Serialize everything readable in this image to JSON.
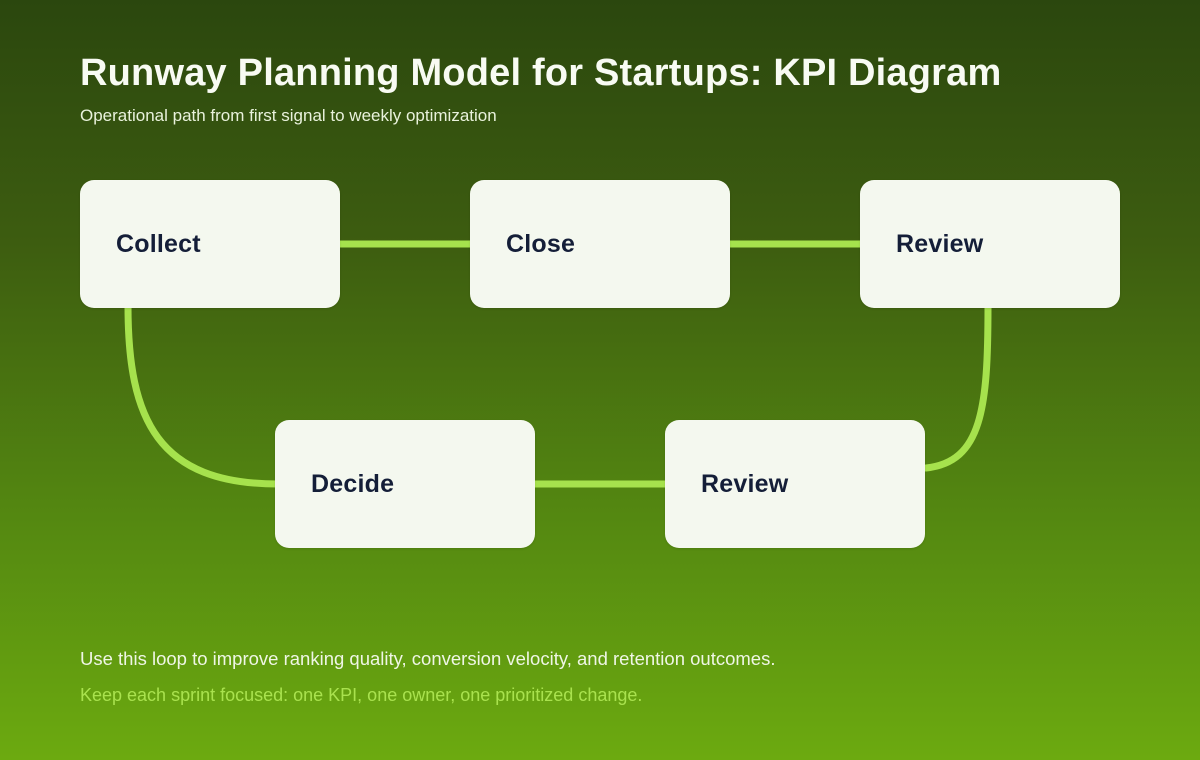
{
  "header": {
    "title": "Runway Planning Model for Startups: KPI Diagram",
    "subtitle": "Operational path from first signal to weekly optimization"
  },
  "diagram": {
    "type": "flow-loop",
    "nodes": [
      {
        "id": "collect",
        "label": "Collect"
      },
      {
        "id": "close",
        "label": "Close"
      },
      {
        "id": "review-1",
        "label": "Review"
      },
      {
        "id": "decide",
        "label": "Decide"
      },
      {
        "id": "review-2",
        "label": "Review"
      }
    ],
    "edges": [
      {
        "from": "collect",
        "to": "close"
      },
      {
        "from": "close",
        "to": "review-1"
      },
      {
        "from": "review-1",
        "to": "review-2"
      },
      {
        "from": "collect",
        "to": "decide"
      },
      {
        "from": "decide",
        "to": "review-2"
      }
    ],
    "connector_color": "#a6e24d"
  },
  "footer": {
    "line1": "Use this loop to improve ranking quality, conversion velocity, and retention outcomes.",
    "line2": "Keep each sprint focused: one KPI, one owner, one prioritized change."
  },
  "colors": {
    "background_top": "#2b470e",
    "background_bottom": "#6caa10",
    "node_background": "#f4f8ef",
    "node_text": "#141e38",
    "accent_green": "#a6e24d",
    "title_text": "#f8fbf3"
  }
}
